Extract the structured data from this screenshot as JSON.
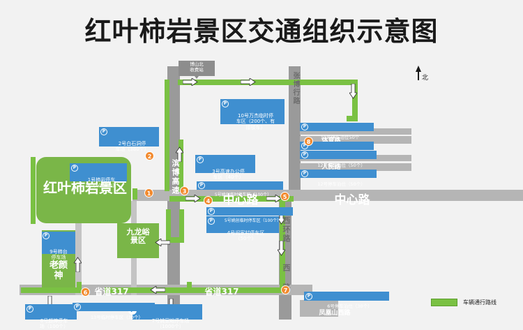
{
  "title": "红叶柿岩景区交通组织示意图",
  "compass": {
    "label": "北"
  },
  "legend": {
    "route_label": "车辆通行路线"
  },
  "toll_station": {
    "label": "博山北\n收费站"
  },
  "areas": [
    {
      "name": "红叶柿岩景区"
    },
    {
      "name": "九龙峪\n景区"
    },
    {
      "name": "老颜\n神"
    }
  ],
  "roads": [
    {
      "name": "滨博高速",
      "orientation": "vertical"
    },
    {
      "name": "张博行路",
      "orientation": "vertical"
    },
    {
      "name": "中心路",
      "orientation": "horizontal"
    },
    {
      "name": "西环路",
      "orientation": "vertical"
    },
    {
      "name": "西\n路",
      "orientation": "vertical"
    },
    {
      "name": "省道317",
      "orientation": "horizontal"
    },
    {
      "name": "体育路",
      "orientation": "horizontal"
    },
    {
      "name": "人民路",
      "orientation": "horizontal"
    },
    {
      "name": "凤凰山西路",
      "orientation": "horizontal"
    }
  ],
  "parking": [
    {
      "id": "p1",
      "icon": "P",
      "text": "1号柿岩停车\n场（1000个）"
    },
    {
      "id": "p2",
      "icon": "P",
      "text": "2号白石洞停\n车场（380个）"
    },
    {
      "id": "p3",
      "icon": "P",
      "text": "3号高速办公停\n车区（40个）"
    },
    {
      "id": "p4",
      "icon": "P",
      "text": "4号阎家村停车区\n（50个）"
    },
    {
      "id": "p5a",
      "icon": "P",
      "text": "5号姚创临时停车区（100个）"
    },
    {
      "id": "p5b",
      "icon": "P",
      "text": "5号姚创临时停车区（100个）"
    },
    {
      "id": "p6",
      "icon": "P",
      "text": "6号停车泊位（30个）"
    },
    {
      "id": "p7",
      "icon": "P",
      "text": "7号姚家峪停车场\n（1000个）"
    },
    {
      "id": "p8",
      "icon": "P",
      "text": "8号颜神停车\n场（100个）"
    },
    {
      "id": "p9",
      "icon": "P",
      "text": "9号柿台\n停车场\n（100个）"
    },
    {
      "id": "p10",
      "icon": "P",
      "text": "10号万杰临时停\n车区（200个、有\n接驳车）"
    },
    {
      "id": "p11a",
      "icon": "P",
      "text": "11号停车泊位50个"
    },
    {
      "id": "p11b",
      "icon": "P",
      "text": "11号停车泊位50个"
    },
    {
      "id": "p12a",
      "icon": "P",
      "text": "12号停车泊位（50个）"
    },
    {
      "id": "p12b",
      "icon": "P",
      "text": "12号停车泊位（50个）"
    },
    {
      "id": "p13",
      "icon": "P",
      "text": "13号临时停车区（30个）"
    }
  ],
  "markers": [
    {
      "num": "1"
    },
    {
      "num": "2"
    },
    {
      "num": "3"
    },
    {
      "num": "4"
    },
    {
      "num": "5"
    },
    {
      "num": "6"
    },
    {
      "num": "7"
    },
    {
      "num": "8"
    }
  ]
}
